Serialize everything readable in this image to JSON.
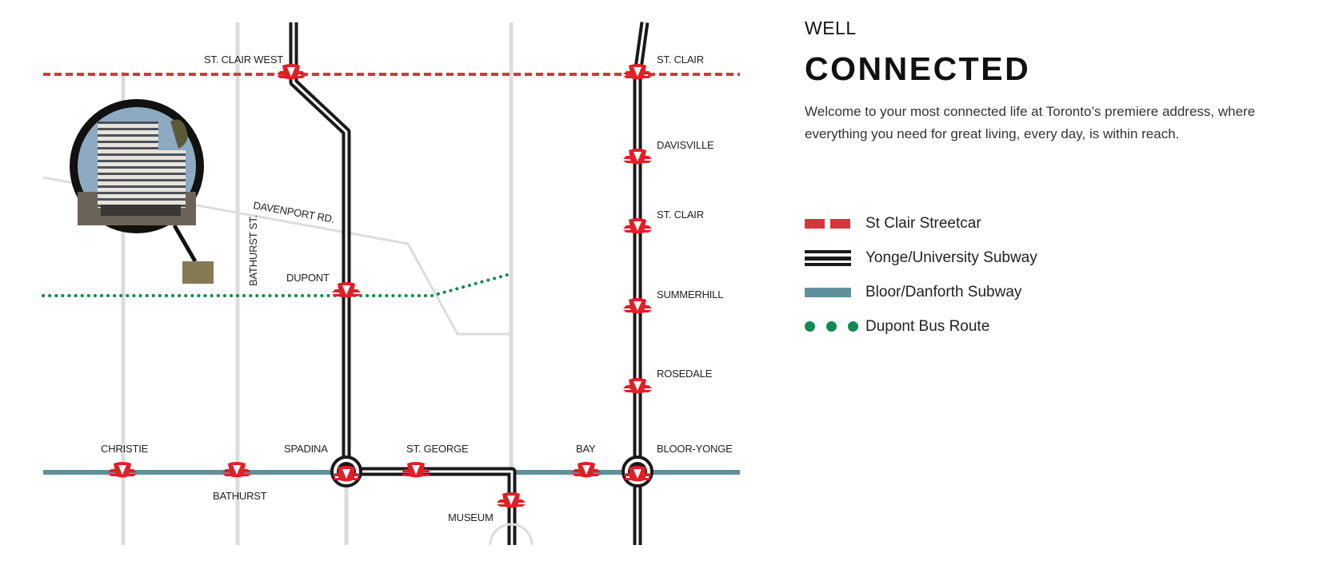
{
  "panel": {
    "eyebrow": "WELL",
    "title": "CONNECTED",
    "intro": "Welcome to your most connected life at Toronto’s premiere address, where everything you need for great living, every day, is within reach."
  },
  "legend": [
    {
      "key": "streetcar",
      "label": "St Clair Streetcar"
    },
    {
      "key": "yonge",
      "label": "Yonge/University Subway"
    },
    {
      "key": "bloor",
      "label": "Bloor/Danforth Subway"
    },
    {
      "key": "bus",
      "label": "Dupont Bus Route"
    }
  ],
  "map": {
    "stations": {
      "st_clair_west": "ST. CLAIR WEST",
      "st_clair_top": "ST. CLAIR",
      "davisville": "DAVISVILLE",
      "st_clair_mid": "ST. CLAIR",
      "summerhill": "SUMMERHILL",
      "rosedale": "ROSEDALE",
      "dupont": "DUPONT",
      "christie": "CHRISTIE",
      "bathurst": "BATHURST",
      "spadina": "SPADINA",
      "st_george": "ST. GEORGE",
      "bay": "BAY",
      "bloor_yonge": "BLOOR-YONGE",
      "museum": "MUSEUM"
    },
    "streets": {
      "davenport": "DAVENPORT RD.",
      "bathurst_st": "BATHURST ST."
    }
  },
  "colors": {
    "streetcar": "#d8353b",
    "subway_yonge": "#1a1a1a",
    "subway_bloor": "#5f919b",
    "bus": "#0e8a52",
    "street": "#dcdcdc",
    "ttc_badge": "#e01f26",
    "building_marker": "#857a54"
  }
}
